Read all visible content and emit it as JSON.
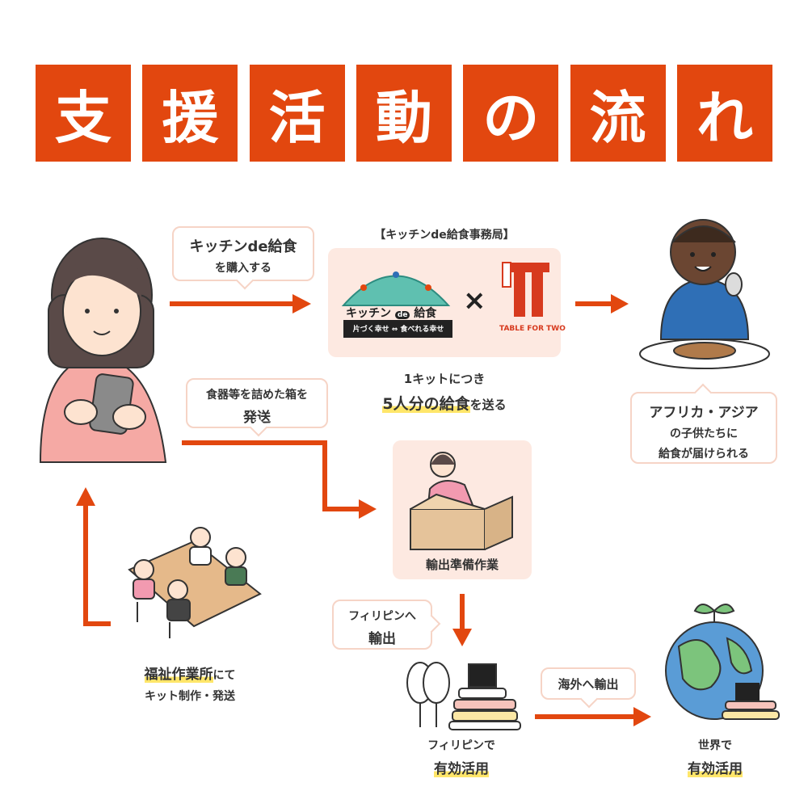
{
  "title_chars": [
    "支",
    "援",
    "活",
    "動",
    "の",
    "流",
    "れ"
  ],
  "purchase_bubble": {
    "line1": "キッチンde給食",
    "line2": "を購入する"
  },
  "office_label": "【キッチンde給食事務局】",
  "logo": {
    "name": "キッチン",
    "de": "de",
    "kyushoku": "給食",
    "tagline": "片づく幸せ ⇔ 食べれる幸せ",
    "cross": "×",
    "tft": "TABLE FOR TWO"
  },
  "kit_text": {
    "line1": "1キットにつき",
    "highlight": "5人分の給食",
    "tail": "を送る"
  },
  "africa_bubble": {
    "line1": "アフリカ・アジア",
    "line2": "の子供たちに",
    "line3": "給食が届けられる"
  },
  "ship_bubble": {
    "line1": "食器等を詰めた箱を",
    "line2": "発送"
  },
  "prep_label": "輸出準備作業",
  "philippines_bubble": {
    "line1": "フィリピンへ",
    "line2": "輸出"
  },
  "overseas_bubble": {
    "text": "海外へ輸出"
  },
  "welfare": {
    "highlight": "福祉作業所",
    "tail": "にて",
    "line2": "キット制作・発送"
  },
  "philippines_use": {
    "line1": "フィリピンで",
    "line2": "有効活用"
  },
  "world_use": {
    "line1": "世界で",
    "line2": "有効活用"
  },
  "colors": {
    "accent": "#e2470f",
    "panel": "#fde9e1",
    "highlight": "#ffe66a"
  }
}
